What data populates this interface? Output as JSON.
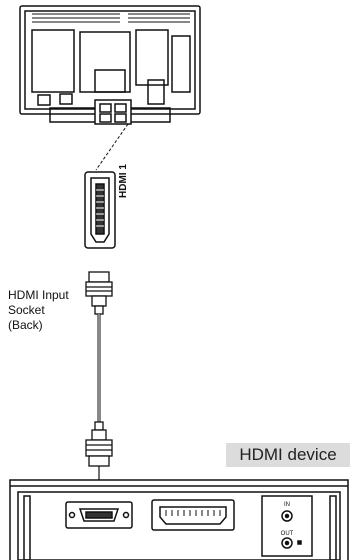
{
  "labels": {
    "socket_lines": [
      "HDMI Input",
      "Socket",
      "(Back)"
    ],
    "port_name": "HDMI 1",
    "device_name": "HDMI device",
    "jack_in": "IN",
    "jack_out": "OUT"
  },
  "colors": {
    "stroke": "#111111",
    "device_label_bg": "#dcdcdc"
  }
}
